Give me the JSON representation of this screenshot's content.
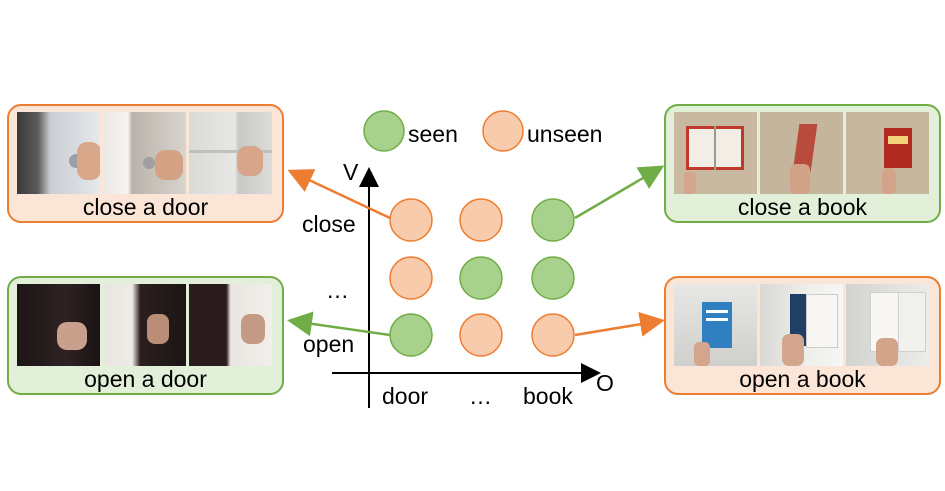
{
  "legend": {
    "seen": "seen",
    "unseen": "unseen"
  },
  "axes": {
    "v": "V",
    "o": "O"
  },
  "verbs": {
    "close": "close",
    "dots": "…",
    "open": "open"
  },
  "objects": {
    "door": "door",
    "dots": "…",
    "book": "book"
  },
  "panels": {
    "close_door": {
      "caption": "close a door",
      "status": "unseen"
    },
    "open_door": {
      "caption": "open a door",
      "status": "seen"
    },
    "close_book": {
      "caption": "close a book",
      "status": "seen"
    },
    "open_book": {
      "caption": "open a book",
      "status": "unseen"
    }
  },
  "grid": {
    "rows": [
      "close",
      "…",
      "open"
    ],
    "cols": [
      "door",
      "…",
      "book"
    ],
    "cells": [
      [
        "unseen",
        "unseen",
        "seen"
      ],
      [
        "unseen",
        "seen",
        "seen"
      ],
      [
        "seen",
        "unseen",
        "unseen"
      ]
    ]
  },
  "colors": {
    "seen_fill": "#a9d18e",
    "unseen_fill": "#f8cbad",
    "seen_stroke": "#70ad47",
    "unseen_stroke": "#ed7d31"
  }
}
